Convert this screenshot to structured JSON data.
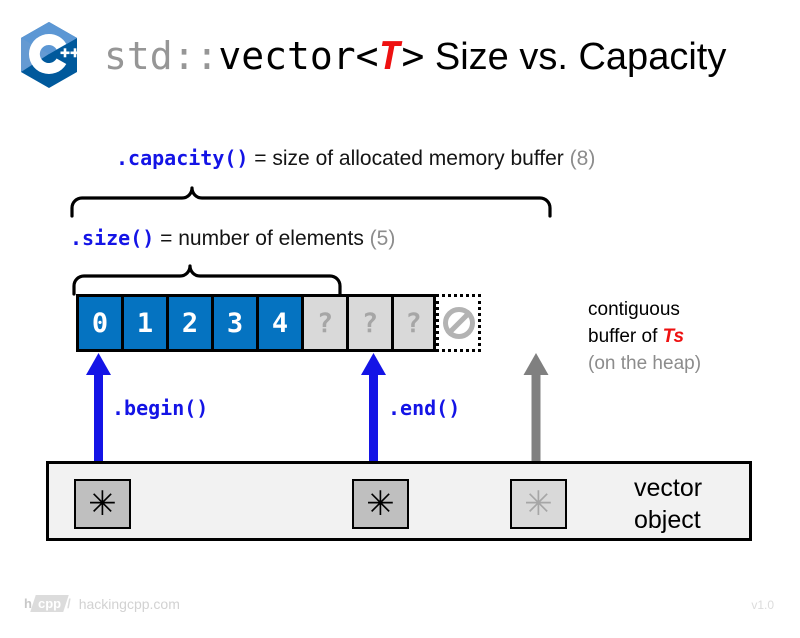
{
  "header": {
    "logo_name": "cpp-logo",
    "title_std": "std::",
    "title_vector": "vector<",
    "title_T": "T",
    "title_close": ">",
    "title_rest": " Size vs. Capacity"
  },
  "annotations": {
    "capacity": {
      "code": ".capacity()",
      "desc": " = size of allocated memory buffer ",
      "value": "(8)"
    },
    "size": {
      "code": ".size()",
      "desc": " = number of elements ",
      "value": "(5)"
    }
  },
  "buffer": {
    "cells": [
      {
        "label": "0",
        "state": "filled"
      },
      {
        "label": "1",
        "state": "filled"
      },
      {
        "label": "2",
        "state": "filled"
      },
      {
        "label": "3",
        "state": "filled"
      },
      {
        "label": "4",
        "state": "filled"
      },
      {
        "label": "?",
        "state": "empty"
      },
      {
        "label": "?",
        "state": "empty"
      },
      {
        "label": "?",
        "state": "empty"
      }
    ],
    "past_end_icon": "no-entry-icon",
    "note_line1": "contiguous",
    "note_line2_prefix": "buffer of ",
    "note_line2_type": "Ts",
    "note_line3": "(on the heap)"
  },
  "iterators": {
    "begin_label": ".begin()",
    "end_label": ".end()"
  },
  "vector_object": {
    "pointer_glyph": "✳",
    "label_line1": "vector",
    "label_line2": "object"
  },
  "footer": {
    "brand_h": "h",
    "brand_badge": "cpp",
    "brand_slash": "/",
    "site": "hackingcpp.com",
    "version": "v1.0"
  },
  "colors": {
    "accent_blue": "#0573c1",
    "code_blue": "#1414e6",
    "type_red": "#ee1111",
    "empty_gray": "#d9d9d9",
    "muted_gray": "#8c8c8c"
  }
}
